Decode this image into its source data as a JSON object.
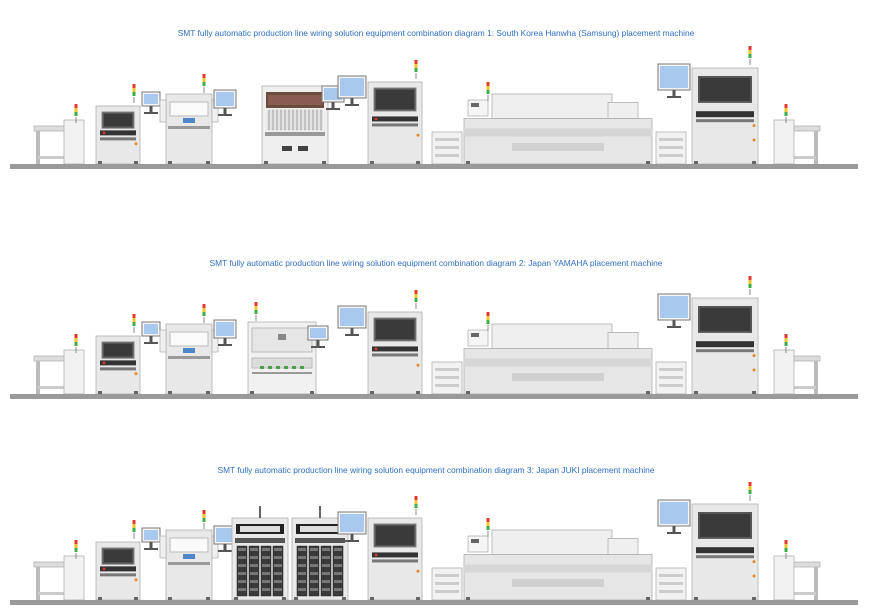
{
  "diagrams": [
    {
      "caption": "SMT fully automatic production line wiring solution equipment combination diagram 1: South Korea Hanwha (Samsung) placement machine",
      "placement_style": "hanwha"
    },
    {
      "caption": "SMT fully automatic production line wiring solution equipment combination diagram 2: Japan YAMAHA placement machine",
      "placement_style": "yamaha"
    },
    {
      "caption": "SMT fully automatic production line wiring solution equipment combination diagram 3: Japan JUKI placement machine",
      "placement_style": "juki"
    }
  ],
  "colors": {
    "caption": "#2f6fc0",
    "machine_body": "#e8e8e8",
    "machine_outline": "#b0b0b0",
    "floor": "#9a9a9a",
    "monitor_screen": "#a9c8ee",
    "panel_dark": "#333333",
    "signal_red": "#e03a2b",
    "signal_yellow": "#f2c028",
    "signal_green": "#3cad4a"
  }
}
